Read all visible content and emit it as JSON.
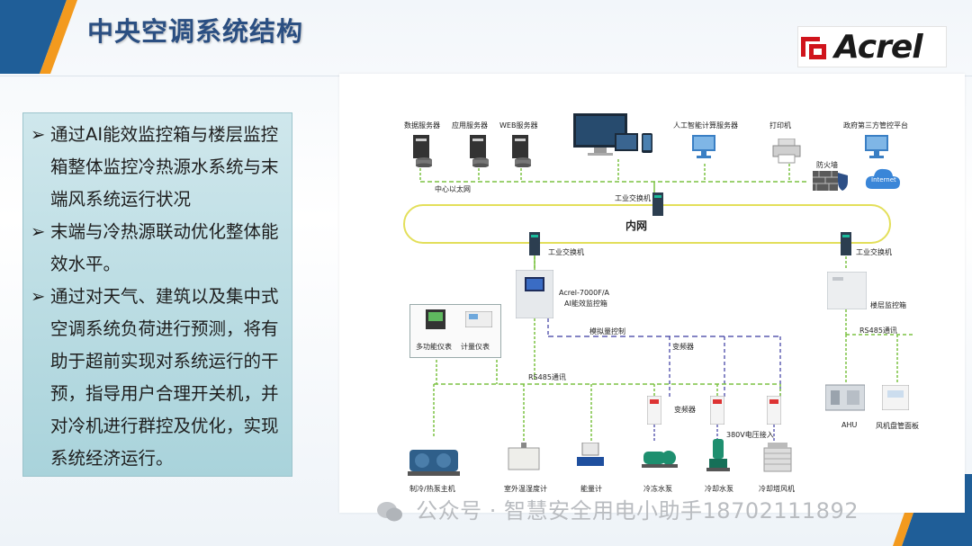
{
  "slide": {
    "title": "中央空调系统结构",
    "logo_text": "Acrel",
    "bullet_mark": "➢",
    "bullets": [
      "通过AI能效监控箱与楼层监控箱整体监控冷热源水系统与末端风系统运行状况",
      "末端与冷热源联动优化整体能效水平。",
      "通过对天气、建筑以及集中式空调系统负荷进行预测，将有助于超前实现对系统运行的干预，指导用户合理开关机，并对冷机进行群控及优化，实现系统经济运行。"
    ],
    "watermark": "公众号 · 智慧安全用电小助手18702111892"
  },
  "diagram": {
    "top_labels": {
      "data_server": "数据服务器",
      "app_server": "应用服务器",
      "web_server": "WEB服务器",
      "ai_server": "人工智能计算服务器",
      "printer": "打印机",
      "gov_platform": "政府第三方管控平台",
      "firewall": "防火墙",
      "internet": "Internet"
    },
    "network": {
      "ethernet": "中心以太网",
      "industrial_switch": "工业交换机",
      "intranet": "内网"
    },
    "controllers": {
      "ai_box_model": "Acrel-7000F/A",
      "ai_box_name": "AI能效监控箱",
      "floor_box": "楼层监控箱"
    },
    "links": {
      "analog_control": "模拟量控制",
      "rs485": "RS485通讯",
      "vfd": "变频器",
      "power_380v": "380V电压接入"
    },
    "meters": {
      "multi_meter": "多功能仪表",
      "metering": "计量仪表"
    },
    "bottom_labels": {
      "chiller": "制冷/热泵主机",
      "outdoor_sensor": "室外温湿度计",
      "energy_meter": "能量计",
      "chilled_pump": "冷冻水泵",
      "cooling_pump": "冷却水泵",
      "cooling_tower_fan": "冷却塔风机",
      "ahu": "AHU",
      "fcu_panel": "风机盘管面板"
    }
  }
}
